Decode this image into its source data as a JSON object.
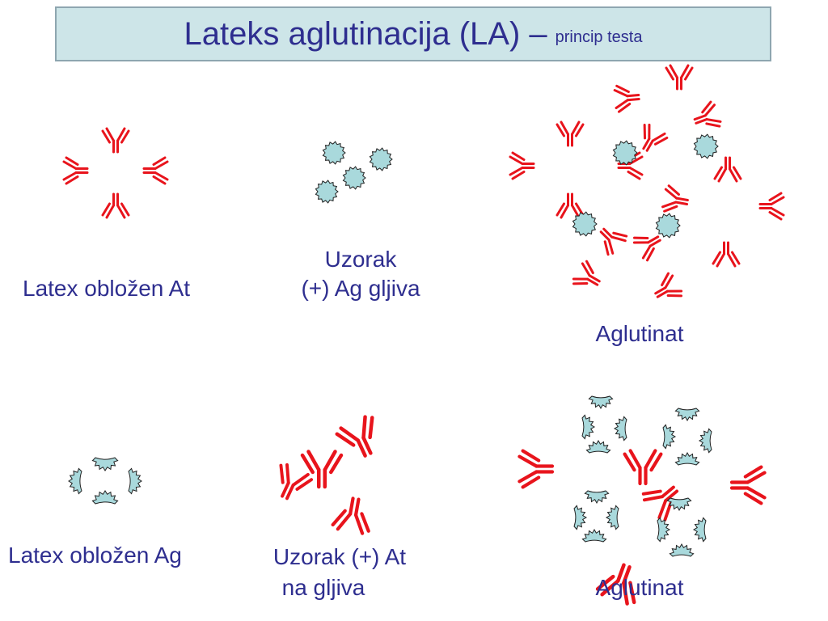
{
  "title": {
    "main": "Lateks aglutinacija (LA) –",
    "sub": "princip testa"
  },
  "labels": {
    "latex_at": "Latex obložen At",
    "uzorak_ag_1": "Uzorak",
    "uzorak_ag_2": "(+) Ag gljiva",
    "aglutinat_top": "Aglutinat",
    "latex_ag": "Latex obložen Ag",
    "uzorak_at_1": "Uzorak (+) At",
    "uzorak_at_2": "na gljiva",
    "aglutinat_bottom": "Aglutinat"
  },
  "colors": {
    "antibody": "#e8141c",
    "particle_fill": "#a9d9dc",
    "particle_stroke": "#222222",
    "text": "#2e2e8f",
    "title_bg": "#cde5e8",
    "title_border": "#8ea6b0"
  }
}
